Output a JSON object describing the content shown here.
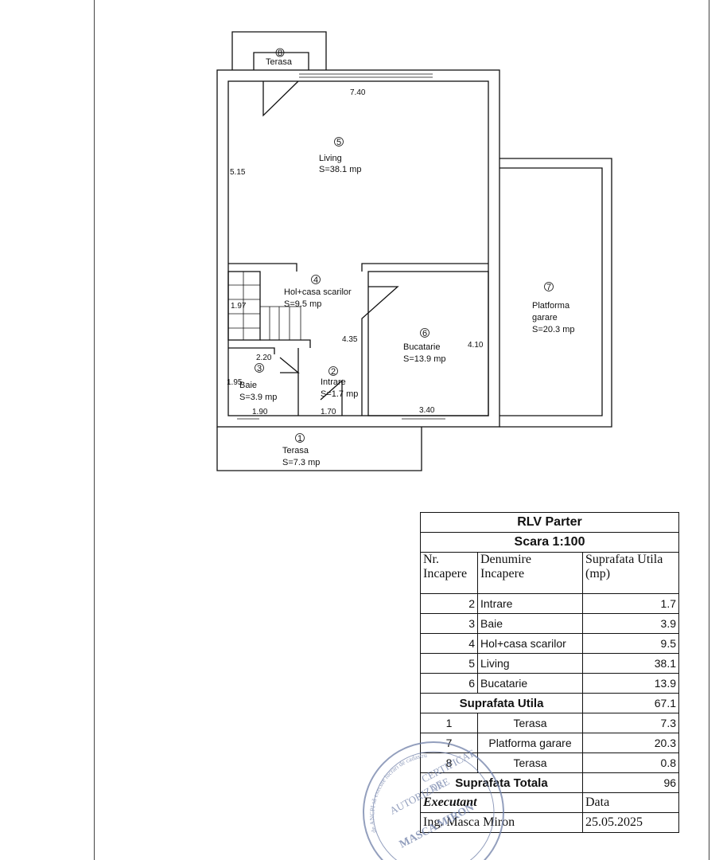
{
  "plan": {
    "rooms": [
      {
        "no": "8",
        "name": "Terasa",
        "area": ""
      },
      {
        "no": "5",
        "name": "Living",
        "area": "S=38.1 mp"
      },
      {
        "no": "4",
        "name": "Hol+casa scarilor",
        "area": "S=9.5 mp"
      },
      {
        "no": "7",
        "name": "Platforma",
        "name2": "garare",
        "area": "S=20.3 mp"
      },
      {
        "no": "6",
        "name": "Bucatarie",
        "area": "S=13.9 mp"
      },
      {
        "no": "3",
        "name": "Baie",
        "area": "S=3.9 mp"
      },
      {
        "no": "2",
        "name": "Intrare",
        "area": "S=1.7 mp"
      },
      {
        "no": "1",
        "name": "Terasa",
        "area": "S=7.3 mp"
      }
    ],
    "dims": [
      "7.40",
      "5.15",
      "1.97",
      "4.35",
      "4.10",
      "2.20",
      "1.95",
      "1.90",
      "1.70",
      "3.40"
    ]
  },
  "table": {
    "title": "RLV Parter",
    "scale": "Scara 1:100",
    "headers": [
      [
        "Nr.",
        "Incapere"
      ],
      [
        "Denumire",
        "Incapere"
      ],
      [
        "Suprafata Utila",
        "(mp)"
      ]
    ],
    "rows": [
      {
        "nr": "2",
        "name": "Intrare",
        "area": "1.7"
      },
      {
        "nr": "3",
        "name": "Baie",
        "area": "3.9"
      },
      {
        "nr": "4",
        "name": "Hol+casa scarilor",
        "area": "9.5"
      },
      {
        "nr": "5",
        "name": "Living",
        "area": "38.1"
      },
      {
        "nr": "6",
        "name": "Bucatarie",
        "area": "13.9"
      }
    ],
    "util_label": "Suprafata Utila",
    "util_value": "67.1",
    "extra_rows": [
      {
        "nr": "1",
        "name": "Terasa",
        "area": "7.3"
      },
      {
        "nr": "7",
        "name": "Platforma garare",
        "area": "20.3"
      },
      {
        "nr": "8",
        "name": "Terasa",
        "area": "0.8"
      }
    ],
    "total_label": "Suprafata Totala",
    "total_value": "96",
    "executant_label": "Executant",
    "date_label": "Data",
    "executant_name": "Ing. Masca Miron",
    "date_value": "25.05.2025"
  },
  "stamp": {
    "line1": "CERTIFICAT",
    "line2": "DE",
    "line3": "AUTORIZARE",
    "arc": "de ANCPI să execute lucrări de cadastru",
    "name": "MASCA MIRON"
  }
}
